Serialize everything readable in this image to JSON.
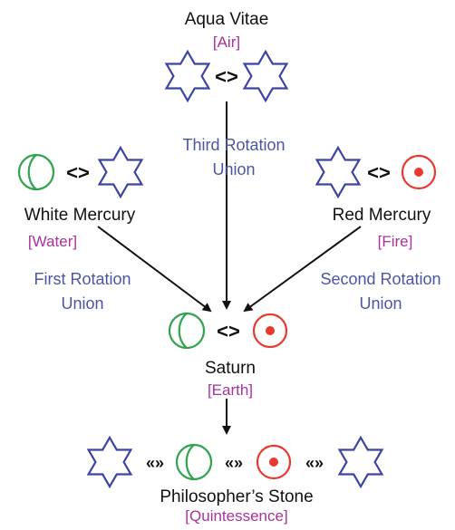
{
  "nodes": {
    "aqua_vitae": {
      "name": "Aqua Vitae",
      "element": "[Air]"
    },
    "white_mercury": {
      "name": "White Mercury",
      "element": "[Water]"
    },
    "red_mercury": {
      "name": "Red Mercury",
      "element": "[Fire]"
    },
    "saturn": {
      "name": "Saturn",
      "element": "[Earth]"
    },
    "philosophers_stone": {
      "name": "Philosopher’s Stone",
      "element": "[Quintessence]"
    }
  },
  "edges": {
    "third_rotation": {
      "line1": "Third Rotation",
      "line2": "Union"
    },
    "first_rotation": {
      "line1": "First Rotation",
      "line2": "Union"
    },
    "second_rotation": {
      "line1": "Second Rotation",
      "line2": "Union"
    }
  },
  "symbols": {
    "union": "<>",
    "double_union": "«»"
  },
  "colors": {
    "star": "#3b44a3",
    "water_circle": "#2fa34d",
    "fire_circle": "#e8392e",
    "label_purple": "#a8329e",
    "label_blue": "#4a55a6",
    "text": "#111111"
  },
  "icons": [
    "hexagram-icon",
    "globe-circle-icon",
    "sun-dot-circle-icon"
  ]
}
